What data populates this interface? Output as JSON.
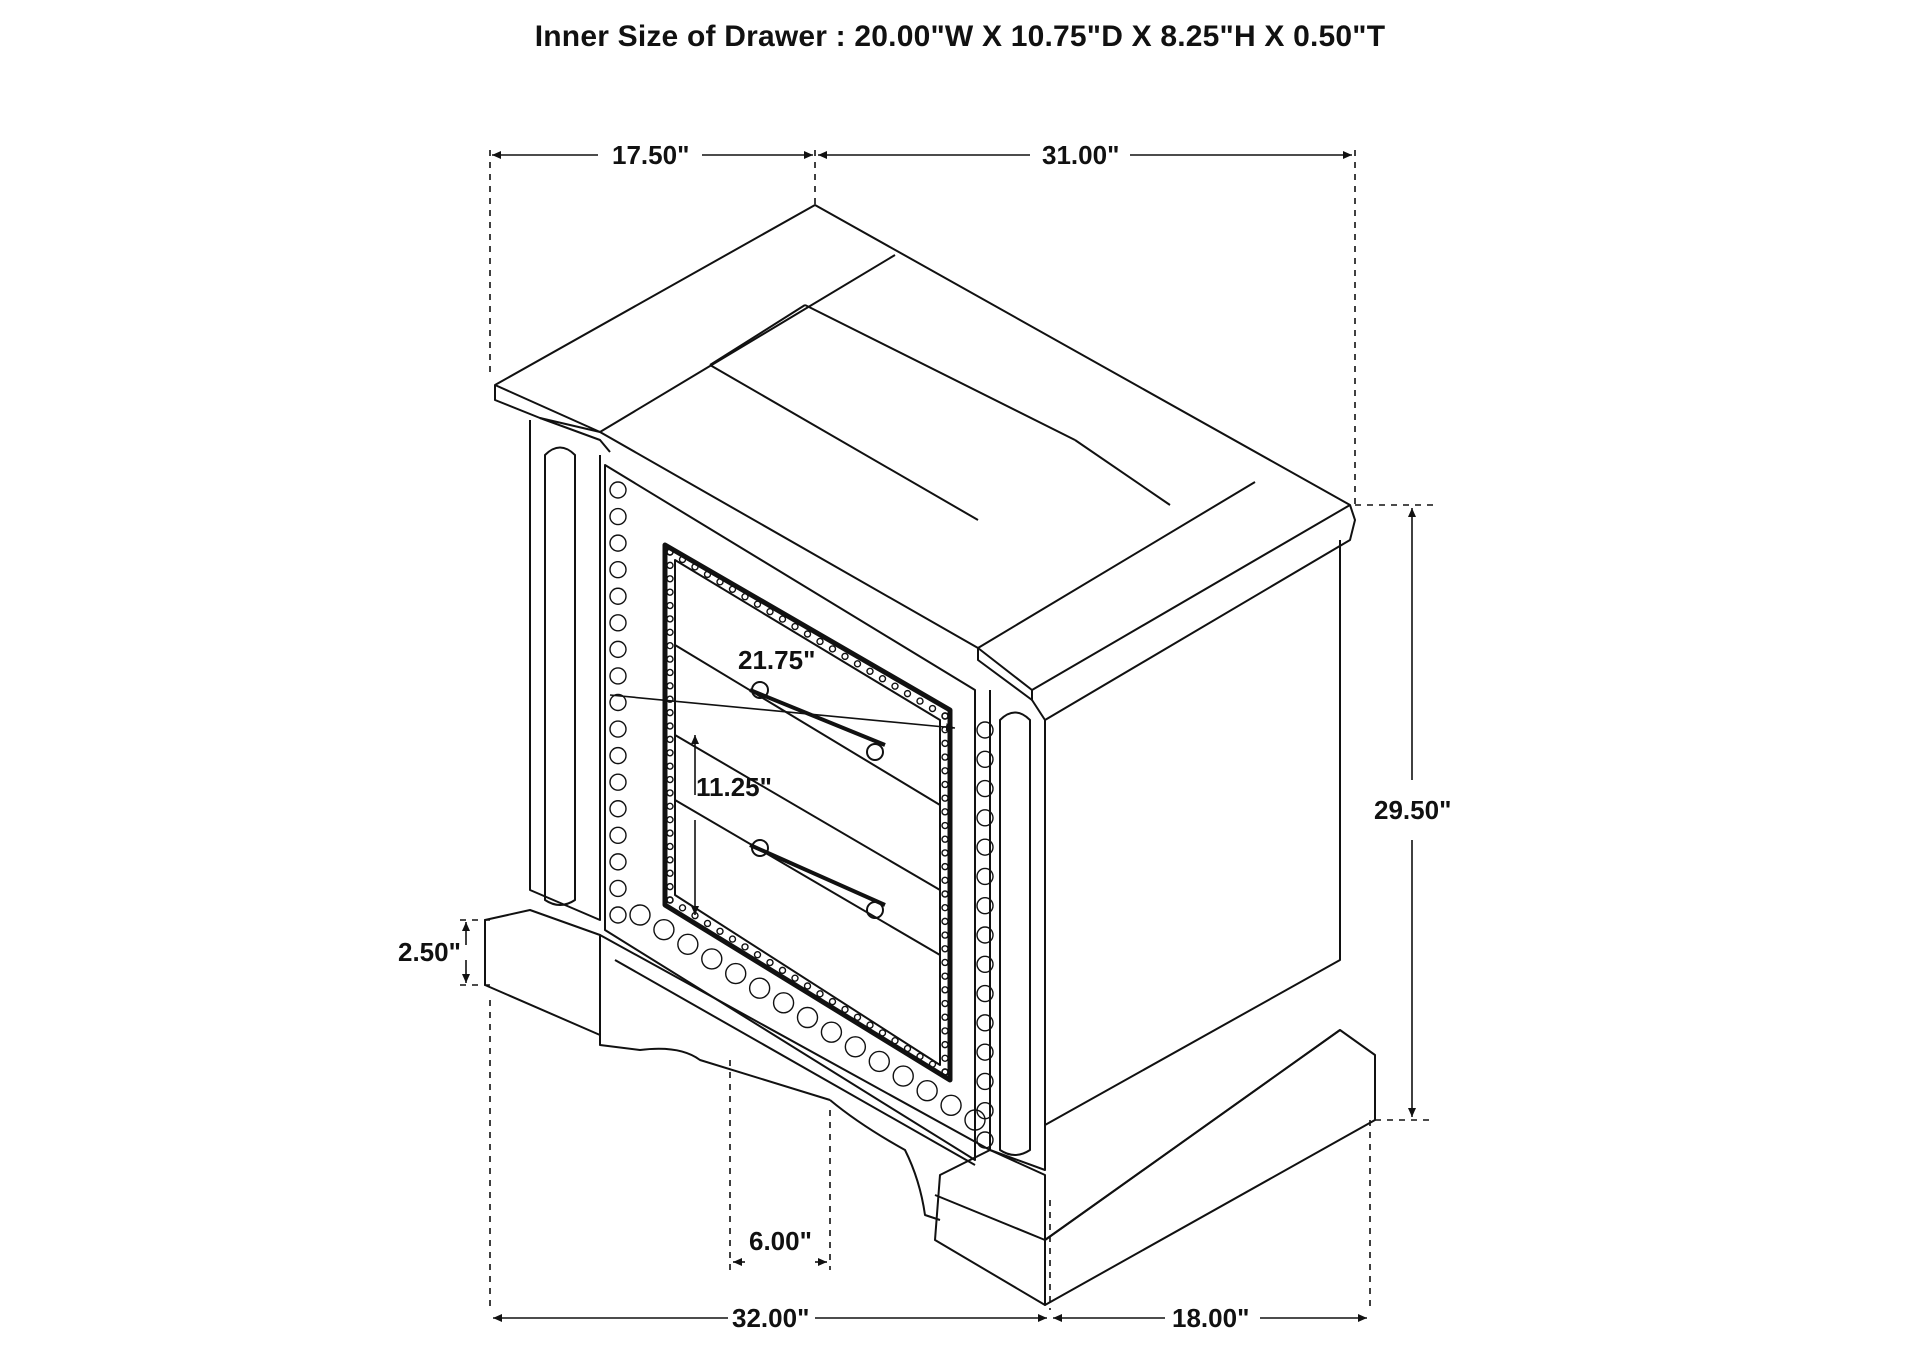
{
  "title": "Inner Size of Drawer : 20.00\"W X 10.75\"D X 8.25\"H X 0.50\"T",
  "dimensions": {
    "top_left_width": "17.50\"",
    "top_right_width": "31.00\"",
    "overall_height": "29.50\"",
    "drawer_width": "21.75\"",
    "drawer_height": "11.25\"",
    "base_height": "2.50\"",
    "leg_gap": "6.00\"",
    "overall_width": "32.00\"",
    "overall_depth": "18.00\""
  },
  "colors": {
    "ink": "#111111",
    "background": "#ffffff"
  }
}
